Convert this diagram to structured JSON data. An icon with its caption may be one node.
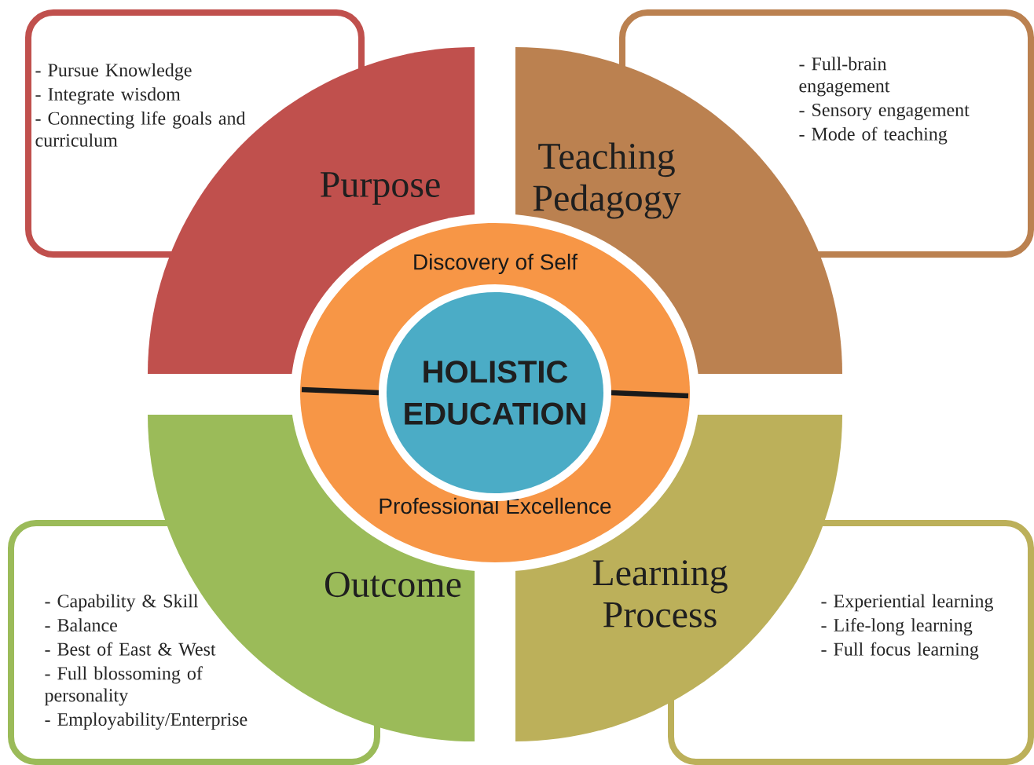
{
  "diagram": {
    "nodes": [
      {
        "text": [
          "- Pursue Knowledge",
          "- Integrate wisdom",
          "- Connecting life goals and curriculum"
        ]
      },
      {
        "text": [
          "Purpose"
        ]
      },
      {
        "text": [
          "Teaching Pedagogy"
        ]
      },
      {
        "text": [
          "- Full-brain engagement",
          "- Sensory engagement",
          "- Mode of teaching"
        ]
      },
      {
        "text": [
          "Discovery of Self",
          "Professional Excellence"
        ]
      },
      {
        "text": [
          "HOLISTIC EDUCATION"
        ],
        "in": 4
      },
      {
        "text": [
          "- Capability & Skill",
          "- Balance",
          "- Best of East & West",
          "- Full blossoming of personality",
          "- Employability/Enterprise"
        ]
      },
      {
        "text": [
          "Outcome"
        ]
      },
      {
        "text": [
          "Learning Process"
        ]
      },
      {
        "text": [
          "- Experiential learning",
          "- Life-long learning",
          "- Full focus learning"
        ]
      }
    ]
  }
}
